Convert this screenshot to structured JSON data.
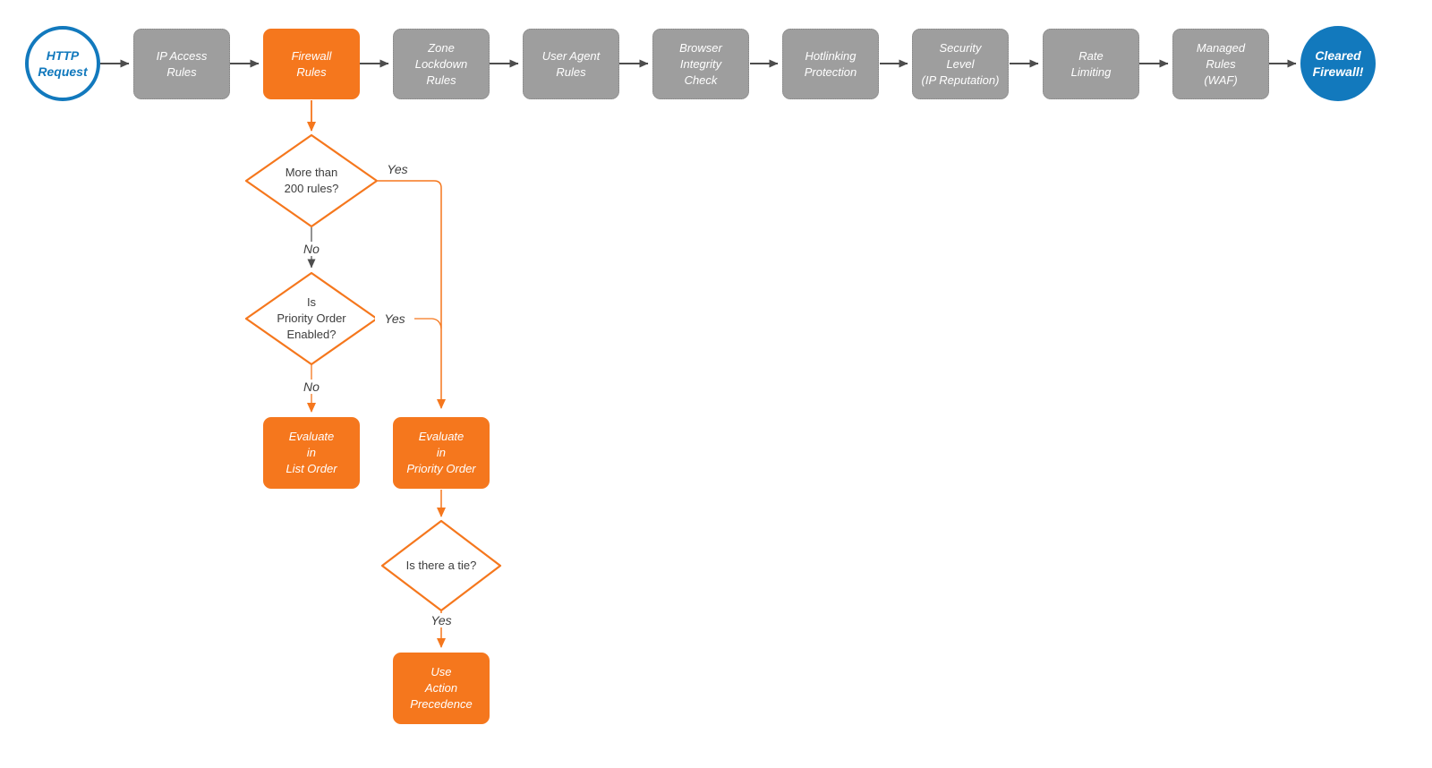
{
  "diagram": {
    "title": "HTTP request firewall evaluation flow",
    "colors": {
      "accent_orange": "#F5771D",
      "step_gray": "#9E9E9E",
      "brand_blue": "#1279BD",
      "connector_gray": "#4D4D4D",
      "text_dark": "#3D3D3D",
      "shape_fill": "#FFFFFF"
    },
    "pipeline": [
      {
        "id": "http-request",
        "type": "start",
        "label": "HTTP\nRequest"
      },
      {
        "id": "ip-access-rules",
        "type": "step",
        "label": "IP Access\nRules"
      },
      {
        "id": "firewall-rules",
        "type": "highlight",
        "label": "Firewall\nRules"
      },
      {
        "id": "zone-lockdown-rules",
        "type": "step",
        "label": "Zone\nLockdown\nRules"
      },
      {
        "id": "user-agent-rules",
        "type": "step",
        "label": "User Agent\nRules"
      },
      {
        "id": "browser-integrity-check",
        "type": "step",
        "label": "Browser\nIntegrity\nCheck"
      },
      {
        "id": "hotlinking-protection",
        "type": "step",
        "label": "Hotlinking\nProtection"
      },
      {
        "id": "security-level",
        "type": "step",
        "label": "Security\nLevel\n(IP Reputation)"
      },
      {
        "id": "rate-limiting",
        "type": "step",
        "label": "Rate\nLimiting"
      },
      {
        "id": "managed-rules-waf",
        "type": "step",
        "label": "Managed\nRules\n(WAF)"
      },
      {
        "id": "cleared-firewall",
        "type": "end",
        "label": "Cleared\nFirewall!"
      }
    ],
    "decisions": [
      {
        "id": "more-than-200-rules",
        "label": "More than\n200 rules?",
        "yes_label": "Yes",
        "no_label": "No"
      },
      {
        "id": "priority-order-enabled",
        "label": "Is\nPriority Order\nEnabled?",
        "yes_label": "Yes",
        "no_label": "No"
      },
      {
        "id": "is-there-a-tie",
        "label": "Is there a tie?",
        "yes_label": "Yes"
      }
    ],
    "actions": [
      {
        "id": "evaluate-in-list-order",
        "label": "Evaluate\nin\nList Order"
      },
      {
        "id": "evaluate-in-priority-order",
        "label": "Evaluate\nin\nPriority Order"
      },
      {
        "id": "use-action-precedence",
        "label": "Use\nAction\nPrecedence"
      }
    ]
  }
}
